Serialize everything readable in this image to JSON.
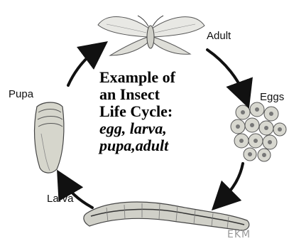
{
  "title_lines": [
    "Example of",
    "an Insect",
    "Life Cycle:",
    "egg, larva,",
    "pupa,adult"
  ],
  "stages": {
    "adult": "Adult",
    "eggs": "Eggs",
    "larva": "Larva",
    "pupa": "Pupa"
  },
  "signature": "EKM",
  "colors": {
    "ink": "#111111",
    "illustration": "#5a5a5a"
  },
  "icons": [
    "moth-icon",
    "eggs-cluster-icon",
    "caterpillar-icon",
    "pupa-icon"
  ]
}
